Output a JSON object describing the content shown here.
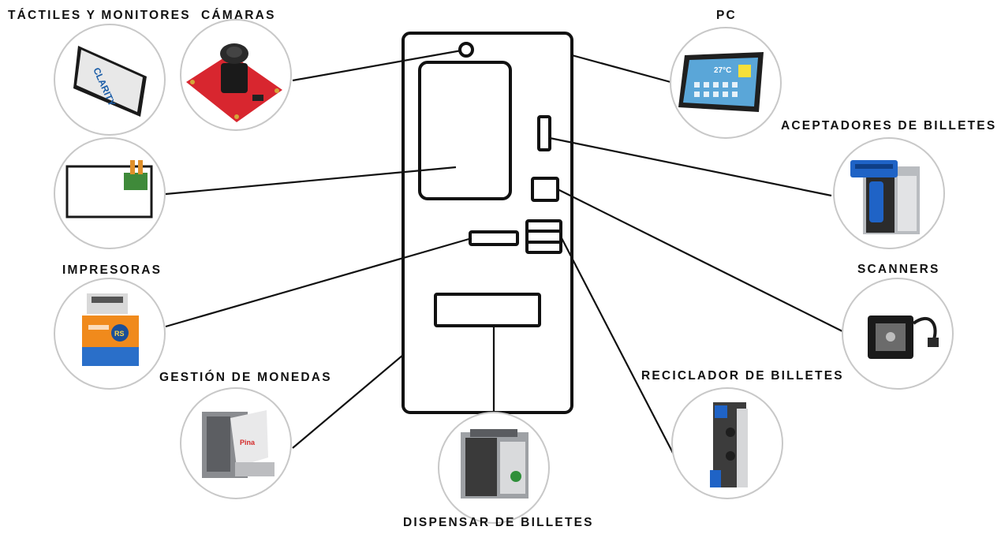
{
  "labels": {
    "tactiles": "TÁCTILES Y MONITORES",
    "camaras": "CÁMARAS",
    "pc": "PC",
    "aceptadores": "ACEPTADORES DE BILLETES",
    "impresoras": "IMPRESORAS",
    "scanners": "SCANNERS",
    "monedas": "GESTIÓN DE MONEDAS",
    "reciclador": "RECICLADOR DE BILLETES",
    "dispensar": "DISPENSAR DE BILLETES"
  },
  "product_text": {
    "monitor_brand": "CLARITY",
    "tablet_temperature": "27°C",
    "coin_brand": "Pina",
    "printer_badge": "RS"
  },
  "colors": {
    "line": "#111111",
    "circle_border": "#c8c8c8",
    "camera_board": "#d8262f",
    "acceptor_blue": "#1f63c6",
    "printer_orange": "#f08a1c",
    "printer_blue": "#2a6fc9"
  },
  "icons": {
    "monitor": "monitor-icon",
    "camera": "camera-module-icon",
    "pc": "tablet-pc-icon",
    "touch": "touch-panel-icon",
    "acceptor": "bill-acceptor-icon",
    "printer": "ticket-printer-icon",
    "scanner": "barcode-scanner-icon",
    "coin": "coin-handler-icon",
    "recycler": "bill-recycler-icon",
    "dispenser": "bill-dispenser-icon"
  }
}
